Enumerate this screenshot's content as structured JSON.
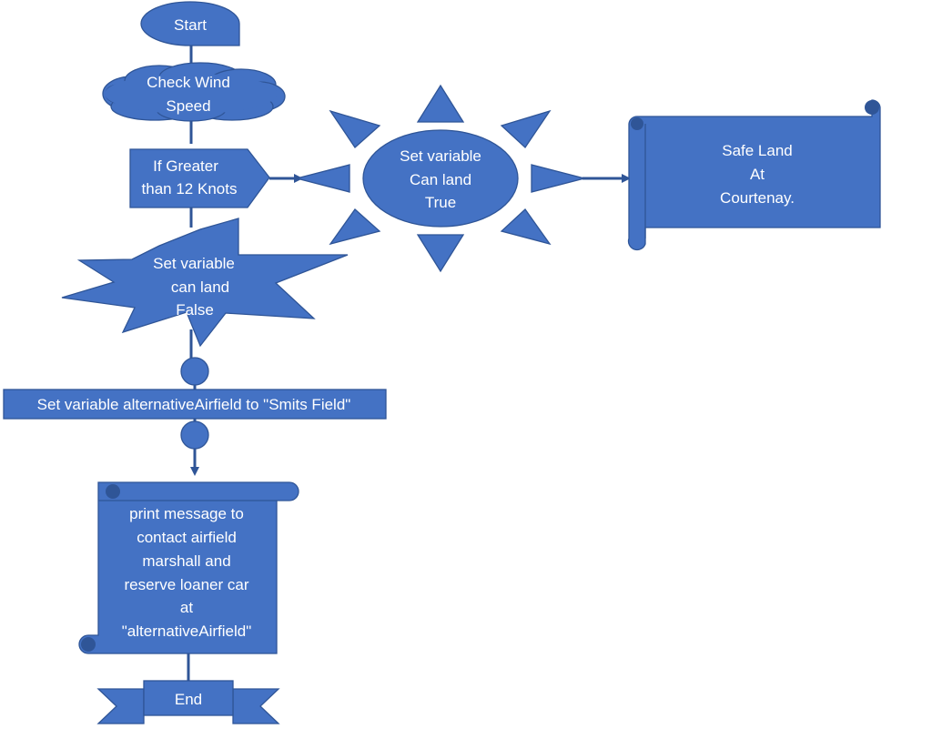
{
  "nodes": {
    "start": {
      "label": "Start"
    },
    "check_wind": {
      "lines": [
        "Check Wind",
        "Speed"
      ]
    },
    "decision": {
      "lines": [
        "If Greater",
        "than 12 Knots"
      ]
    },
    "set_true": {
      "lines": [
        "Set variable",
        "Can land",
        "True"
      ]
    },
    "safe_land": {
      "lines": [
        "Safe Land",
        "At",
        "Courtenay."
      ]
    },
    "set_false": {
      "lines": [
        "Set variable",
        "can land",
        "False"
      ]
    },
    "set_alt": {
      "label": "Set variable alternativeAirfield to \"Smits Field\""
    },
    "print_msg": {
      "lines": [
        "print message to",
        "contact airfield",
        "marshall and",
        "reserve loaner car",
        "at",
        "\"alternativeAirfield\""
      ]
    },
    "end": {
      "label": "End"
    }
  },
  "colors": {
    "fill": "#4472C4",
    "stroke": "#2F5597",
    "text": "#FFFFFF"
  }
}
